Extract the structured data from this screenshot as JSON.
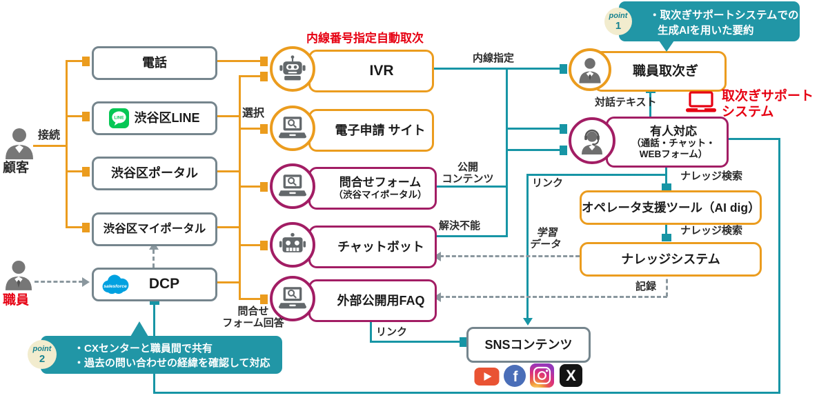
{
  "colors": {
    "orange": "#EB9C1E",
    "teal": "#1795A5",
    "purple": "#A21D64",
    "gray_border": "#75858D",
    "gray_dash": "#8A979E",
    "red": "#E60012",
    "callout_bg": "#2196A6",
    "badge_bg": "#F2ECCE",
    "line_green": "#06C755",
    "salesforce_blue": "#00A1E0",
    "youtube_red": "#E95333",
    "facebook_blue": "#4A6EB8",
    "x_black": "#141414"
  },
  "actors": {
    "customer": "顧客",
    "staff": "職員"
  },
  "channels": [
    {
      "label": "電話"
    },
    {
      "label": "渋谷区LINE"
    },
    {
      "label": "渋谷区ポータル"
    },
    {
      "label": "渋谷区マイポータル"
    },
    {
      "label": "DCP"
    }
  ],
  "middle_nodes": {
    "ivr": "IVR",
    "eshinsei": "電子申請 サイト",
    "form1": "問合せフォーム",
    "form2": "（渋谷マイポータル）",
    "chatbot": "チャットボット",
    "faq": "外部公開用FAQ"
  },
  "right_nodes": {
    "staff_transfer": "職員取次ぎ",
    "manned1": "有人対応",
    "manned2": "（通話・チャット・",
    "manned3": "WEBフォーム）",
    "operator_tool": "オペレータ支援ツール（AI dig）",
    "knowledge_system": "ナレッジシステム",
    "sns": "SNSコンテンツ"
  },
  "annotations": {
    "connect": "接続",
    "select": "選択",
    "inquiry_reply1": "問合せ",
    "inquiry_reply2": "フォーム回答",
    "auto_transfer": "内線番号指定自動取次",
    "extension": "内線指定",
    "public1": "公開",
    "public2": "コンテンツ",
    "unresolvable": "解決不能",
    "dialog_text": "対話テキスト",
    "knowledge_search1": "ナレッジ検索",
    "knowledge_search2": "ナレッジ検索",
    "link1": "リンク",
    "link2": "リンク",
    "learning1": "学習",
    "learning2": "データ",
    "record": "記録",
    "support_system1": "取次ぎサポート",
    "support_system2": "システム"
  },
  "points": [
    {
      "badge": "point",
      "num": "1",
      "line1": "・取次ぎサポートシステムでの",
      "line2": "生成AIを用いた要約"
    },
    {
      "badge": "point",
      "num": "2",
      "line1": "・CXセンターと職員間で共有",
      "line2": "・過去の問い合わせの経緯を確認して対応"
    }
  ],
  "icons": {
    "line_text": "LINE",
    "salesforce_text": "salesforce",
    "facebook_text": "f",
    "x_text": "X"
  }
}
